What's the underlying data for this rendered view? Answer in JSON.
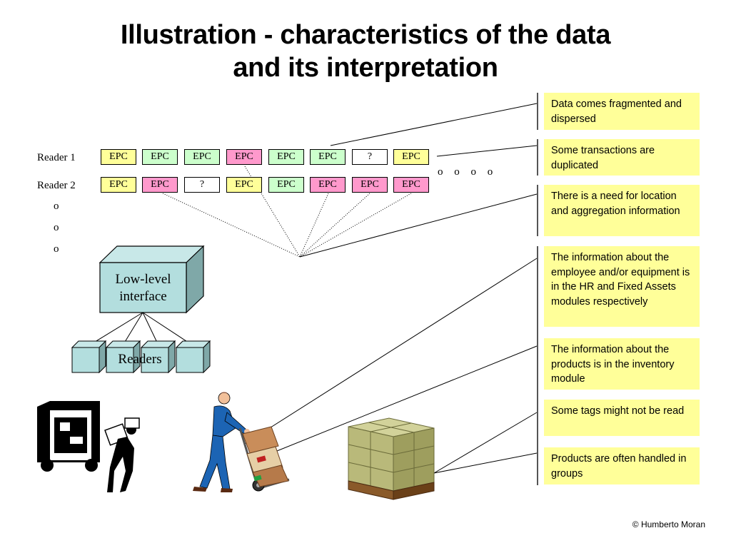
{
  "title": {
    "line1": "Illustration - characteristics of the data",
    "line2": "and its interpretation"
  },
  "readers": [
    {
      "label": "Reader 1",
      "tags": [
        {
          "text": "EPC",
          "color": "#ffff99"
        },
        {
          "text": "EPC",
          "color": "#ccffcc"
        },
        {
          "text": "EPC",
          "color": "#ccffcc"
        },
        {
          "text": "EPC",
          "color": "#ff99cc"
        },
        {
          "text": "EPC",
          "color": "#ccffcc"
        },
        {
          "text": "EPC",
          "color": "#ccffcc"
        },
        {
          "text": "?",
          "color": "#ffffff"
        },
        {
          "text": "EPC",
          "color": "#ffff99"
        }
      ]
    },
    {
      "label": "Reader 2",
      "tags": [
        {
          "text": "EPC",
          "color": "#ffff99"
        },
        {
          "text": "EPC",
          "color": "#ff99cc"
        },
        {
          "text": "?",
          "color": "#ffffff"
        },
        {
          "text": "EPC",
          "color": "#ffff99"
        },
        {
          "text": "EPC",
          "color": "#ccffcc"
        },
        {
          "text": "EPC",
          "color": "#ff99cc"
        },
        {
          "text": "EPC",
          "color": "#ff99cc"
        },
        {
          "text": "EPC",
          "color": "#ff99cc"
        }
      ]
    }
  ],
  "continuation_h": "o o o o",
  "continuation_v": [
    "o",
    "o",
    "o"
  ],
  "low_level_interface": {
    "line1": "Low-level",
    "line2": "interface"
  },
  "readers_label": "Readers",
  "notes": [
    "Data comes fragmented and dispersed",
    "Some transactions are duplicated",
    "There is a need for location and aggregation information",
    "The information about the employee and/or equipment is in the HR and Fixed Assets modules respectively",
    "The information about the products is in the inventory module",
    "Some tags might not be read",
    "Products are often handled in groups"
  ],
  "copyright": "© Humberto Moran",
  "illustrations": [
    "delivery-truck-icon",
    "worker-with-hand-truck-icon",
    "pallet-of-boxes-icon"
  ]
}
